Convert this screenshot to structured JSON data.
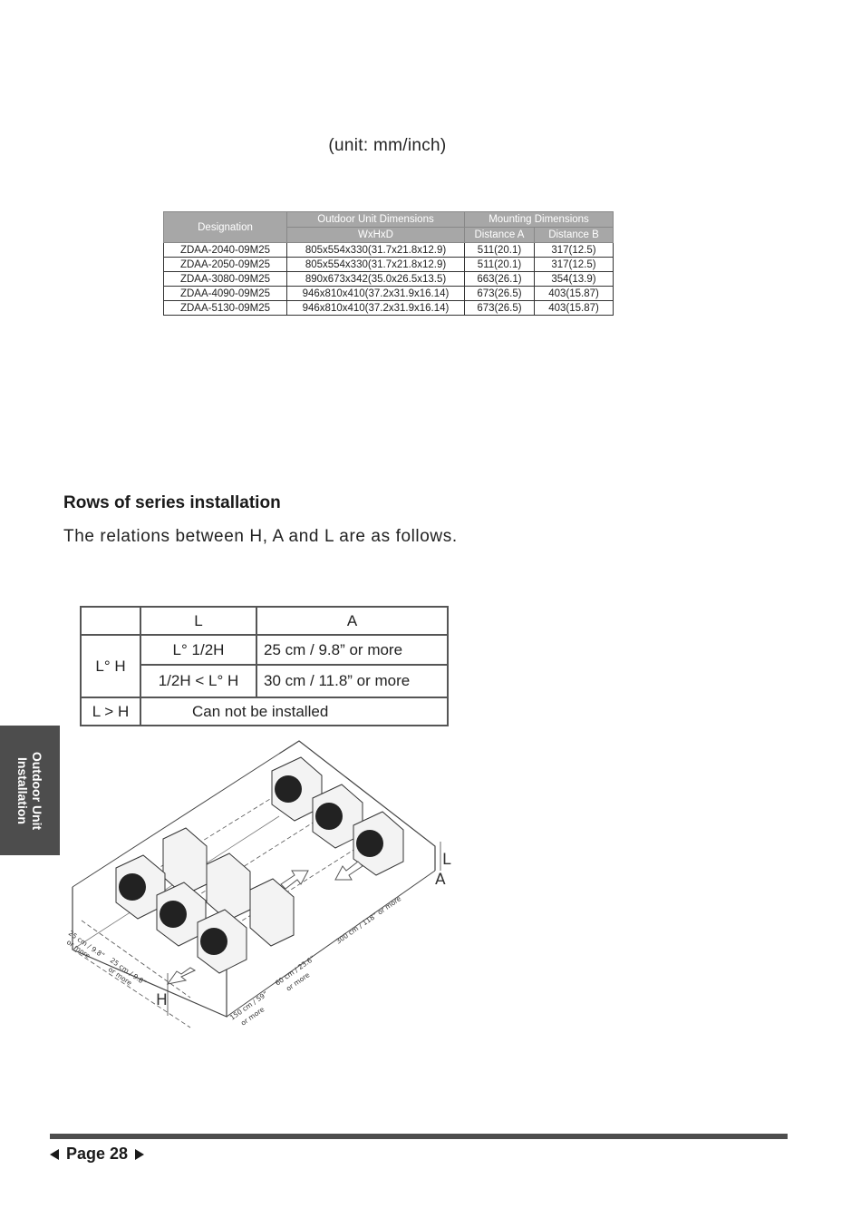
{
  "unit_note": "(unit: mm/inch)",
  "dims_table": {
    "headers": {
      "designation": "Designation",
      "outdoor_dims": "Outdoor Unit Dimensions",
      "mounting_dims": "Mounting Dimensions",
      "wxhxd": "WxHxD",
      "distance_a": "Distance A",
      "distance_b": "Distance B"
    },
    "rows": [
      {
        "designation": "ZDAA-2040-09M25",
        "dims": "805x554x330(31.7x21.8x12.9)",
        "a": "511(20.1)",
        "b": "317(12.5)"
      },
      {
        "designation": "ZDAA-2050-09M25",
        "dims": "805x554x330(31.7x21.8x12.9)",
        "a": "511(20.1)",
        "b": "317(12.5)"
      },
      {
        "designation": "ZDAA-3080-09M25",
        "dims": "890x673x342(35.0x26.5x13.5)",
        "a": "663(26.1)",
        "b": "354(13.9)"
      },
      {
        "designation": "ZDAA-4090-09M25",
        "dims": "946x810x410(37.2x31.9x16.14)",
        "a": "673(26.5)",
        "b": "403(15.87)"
      },
      {
        "designation": "ZDAA-5130-09M25",
        "dims": "946x810x410(37.2x31.9x16.14)",
        "a": "673(26.5)",
        "b": "403(15.87)"
      }
    ]
  },
  "heading": "Rows of series installation",
  "paragraph": "The relations between H, A and L are as follows.",
  "la_table": {
    "col_l": "L",
    "col_a": "A",
    "row_group_label": "L° H",
    "rows": [
      {
        "l": "L° 1/2H",
        "a": "25 cm / 9.8” or more"
      },
      {
        "l": "1/2H < L° H",
        "a": "30 cm / 11.8” or more"
      }
    ],
    "last_row_label": "L > H",
    "last_row_text": "Can not be installed"
  },
  "side_tab": {
    "line1": "Outdoor Unit",
    "line2": "Installation"
  },
  "diagram": {
    "label_l": "L",
    "label_a": "A",
    "label_h": "H",
    "dim_300": "300 cm / 118” or more",
    "dim_25a": "25 cm / 9.8”",
    "dim_25a_b": "or more",
    "dim_25b": "25 cm / 9.8”",
    "dim_25b_b": "or more",
    "dim_60": "60 cm / 23.6”",
    "dim_60_b": "or more",
    "dim_150": "150 cm / 59”",
    "dim_150_b": "or more"
  },
  "footer": {
    "page": "Page 28"
  },
  "colors": {
    "tab_bg": "#4d4d4d",
    "table_header_bg": "#a7a7a7"
  }
}
